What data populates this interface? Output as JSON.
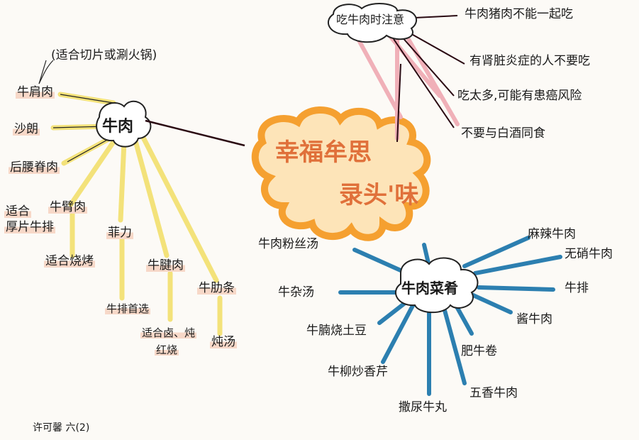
{
  "center": {
    "line1": "幸福牟思",
    "line2": "录头'味"
  },
  "nodes": {
    "beef": "牛肉",
    "notes": "吃牛肉时注意",
    "dishes": "牛肉菜肴"
  },
  "beef_branches": {
    "shoulder": "牛肩肉",
    "shoulder_note": "(适合切片或涮火锅)",
    "sirloin": "沙朗",
    "rump": "后腰脊肉",
    "rump_note_1": "适合",
    "rump_note_2": "厚片牛排",
    "arm": "牛臂肉",
    "arm_note": "适合烧烤",
    "fillet": "菲力",
    "fillet_note": "牛排首选",
    "tendon": "牛腱肉",
    "tendon_note_1": "适合卤、炖",
    "tendon_note_2": "红烧",
    "brisket": "牛肋条",
    "brisket_note": "炖汤"
  },
  "notes_branches": [
    "牛肉猪肉不能一起吃",
    "有肾脏炎症的人不要吃",
    "吃太多,可能有患癌风险",
    "不要与白酒同食"
  ],
  "dish_branches": {
    "vermicelli": "牛肉粉丝汤",
    "offal": "牛杂汤",
    "potato": "牛腩烧土豆",
    "celery": "牛柳炒香芹",
    "meatball": "撒尿牛丸",
    "fivespice": "五香牛肉",
    "fatbeef": "肥牛卷",
    "sauce": "酱牛肉",
    "steak": "牛排",
    "nitrite": "无硝牛肉",
    "spicy": "麻辣牛肉"
  },
  "signature": "许可馨 六(2)",
  "colors": {
    "left_branch": "#f3e27a",
    "right_branch": "#2c7fb0",
    "top_branch": "#f0b0b8",
    "center_fill": "#f6a23c",
    "center_text": "#e0703a"
  }
}
